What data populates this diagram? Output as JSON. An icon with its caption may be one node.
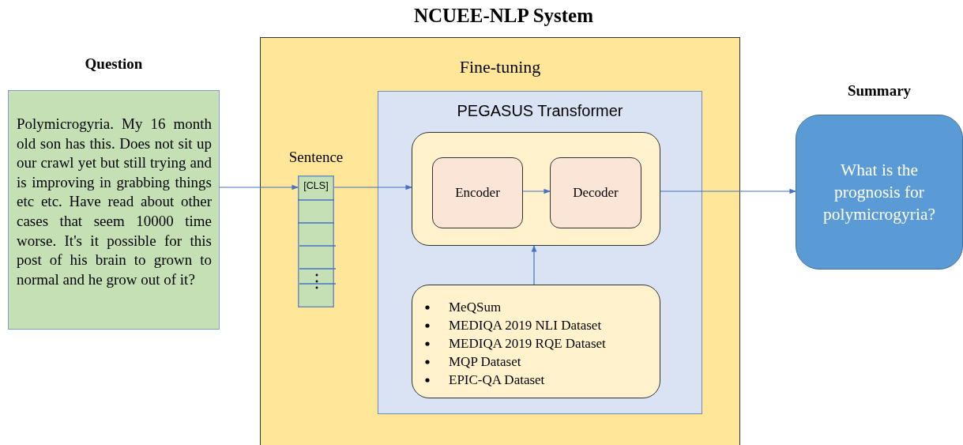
{
  "diagram": {
    "title": "NCUEE-NLP System",
    "nodes": [
      {
        "text": [
          "Question",
          "Polymicrogyria. My 16 month old son has this. Does not sit up our crawl yet but still trying and is improving in grabbing things etc etc. Have read about other cases that seem 10000 time worse. It's it possible for this post of his brain to grown to normal and he grow out of it?"
        ]
      },
      {
        "text": [
          "Fine-tuning"
        ]
      },
      {
        "text": [
          "Sentence",
          "[CLS]"
        ],
        "in": 1
      },
      {
        "text": [
          "PEGASUS Transformer"
        ],
        "in": 1
      },
      {
        "text": [],
        "shape": "box",
        "in": 3
      },
      {
        "text": [
          "Encoder"
        ],
        "in": 4
      },
      {
        "text": [
          "Decoder"
        ],
        "in": 4
      },
      {
        "text": [
          "MeQSum",
          "MEDIQA 2019 NLI Dataset",
          "MEDIQA 2019 RQE Dataset",
          "MQP Dataset",
          "EPIC-QA Dataset"
        ],
        "in": 3
      },
      {
        "text": [
          "Summary",
          "What is the prognosis for polymicrogyria?"
        ]
      }
    ],
    "edges": [
      {
        "from": 0,
        "to": 2,
        "arrow": "to"
      },
      {
        "from": 2,
        "to": 4,
        "arrow": "to"
      },
      {
        "from": 5,
        "to": 6,
        "arrow": "to"
      },
      {
        "from": 4,
        "to": 8,
        "arrow": "to"
      },
      {
        "from": 7,
        "to": 4,
        "arrow": "to"
      }
    ]
  }
}
